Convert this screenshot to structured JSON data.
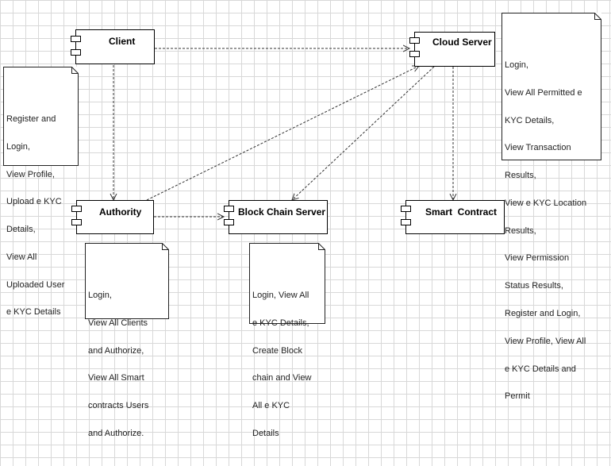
{
  "components": {
    "client": "Client",
    "cloud_server": "Cloud Server",
    "authority": "Authority",
    "block_chain_server": "Block Chain Server",
    "smart_contract": "Smart  Contract"
  },
  "notes": {
    "client": [
      "Register and",
      "Login,",
      "View Profile,",
      "Upload e KYC",
      "Details,",
      "View All",
      "Uploaded User",
      "e KYC Details"
    ],
    "cloud_server": [
      "Login,",
      "View All Permitted e",
      "KYC Details,",
      "View Transaction",
      "Results,",
      "View e KYC Location",
      "Results,",
      "View Permission",
      "Status Results,",
      "Register and Login,",
      "View Profile, View All",
      "e KYC Details and",
      "Permit"
    ],
    "authority": [
      "Login,",
      "View All Clients",
      "and Authorize,",
      "View All Smart",
      "contracts Users",
      "and Authorize."
    ],
    "block_chain_server": [
      "Login, View All",
      "e KYC Details,",
      "Create Block",
      "chain and View",
      "All e KYC",
      "Details"
    ]
  }
}
